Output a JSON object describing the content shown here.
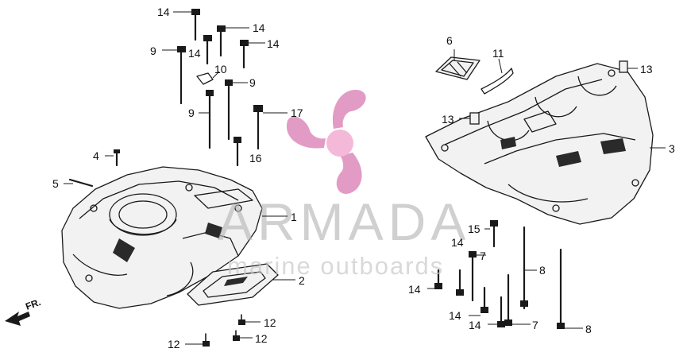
{
  "callouts": [
    {
      "id": "c14a",
      "text": "14"
    },
    {
      "id": "c14b",
      "text": "14"
    },
    {
      "id": "c14c",
      "text": "14"
    },
    {
      "id": "c14d",
      "text": "14"
    },
    {
      "id": "c9a",
      "text": "9"
    },
    {
      "id": "c10",
      "text": "10"
    },
    {
      "id": "c9b",
      "text": "9"
    },
    {
      "id": "c9c",
      "text": "9"
    },
    {
      "id": "c17",
      "text": "17"
    },
    {
      "id": "c16",
      "text": "16"
    },
    {
      "id": "c4",
      "text": "4"
    },
    {
      "id": "c5",
      "text": "5"
    },
    {
      "id": "c1",
      "text": "1"
    },
    {
      "id": "c2",
      "text": "2"
    },
    {
      "id": "c12a",
      "text": "12"
    },
    {
      "id": "c12b",
      "text": "12"
    },
    {
      "id": "c12c",
      "text": "12"
    },
    {
      "id": "c6",
      "text": "6"
    },
    {
      "id": "c11",
      "text": "11"
    },
    {
      "id": "c13a",
      "text": "13"
    },
    {
      "id": "c13b",
      "text": "13"
    },
    {
      "id": "c3",
      "text": "3"
    },
    {
      "id": "c15",
      "text": "15"
    },
    {
      "id": "c14e",
      "text": "14"
    },
    {
      "id": "c7a",
      "text": "7"
    },
    {
      "id": "c8a",
      "text": "8"
    },
    {
      "id": "c14f",
      "text": "14"
    },
    {
      "id": "c14g",
      "text": "14"
    },
    {
      "id": "c14h",
      "text": "14"
    },
    {
      "id": "c7b",
      "text": "7"
    },
    {
      "id": "c8b",
      "text": "8"
    }
  ],
  "direction_label": "FR.",
  "watermark": {
    "brand": "ARMADA",
    "tagline": "marine outboards",
    "logo_color": "#e29bc4",
    "logo_center_color": "#f4b9d8"
  }
}
